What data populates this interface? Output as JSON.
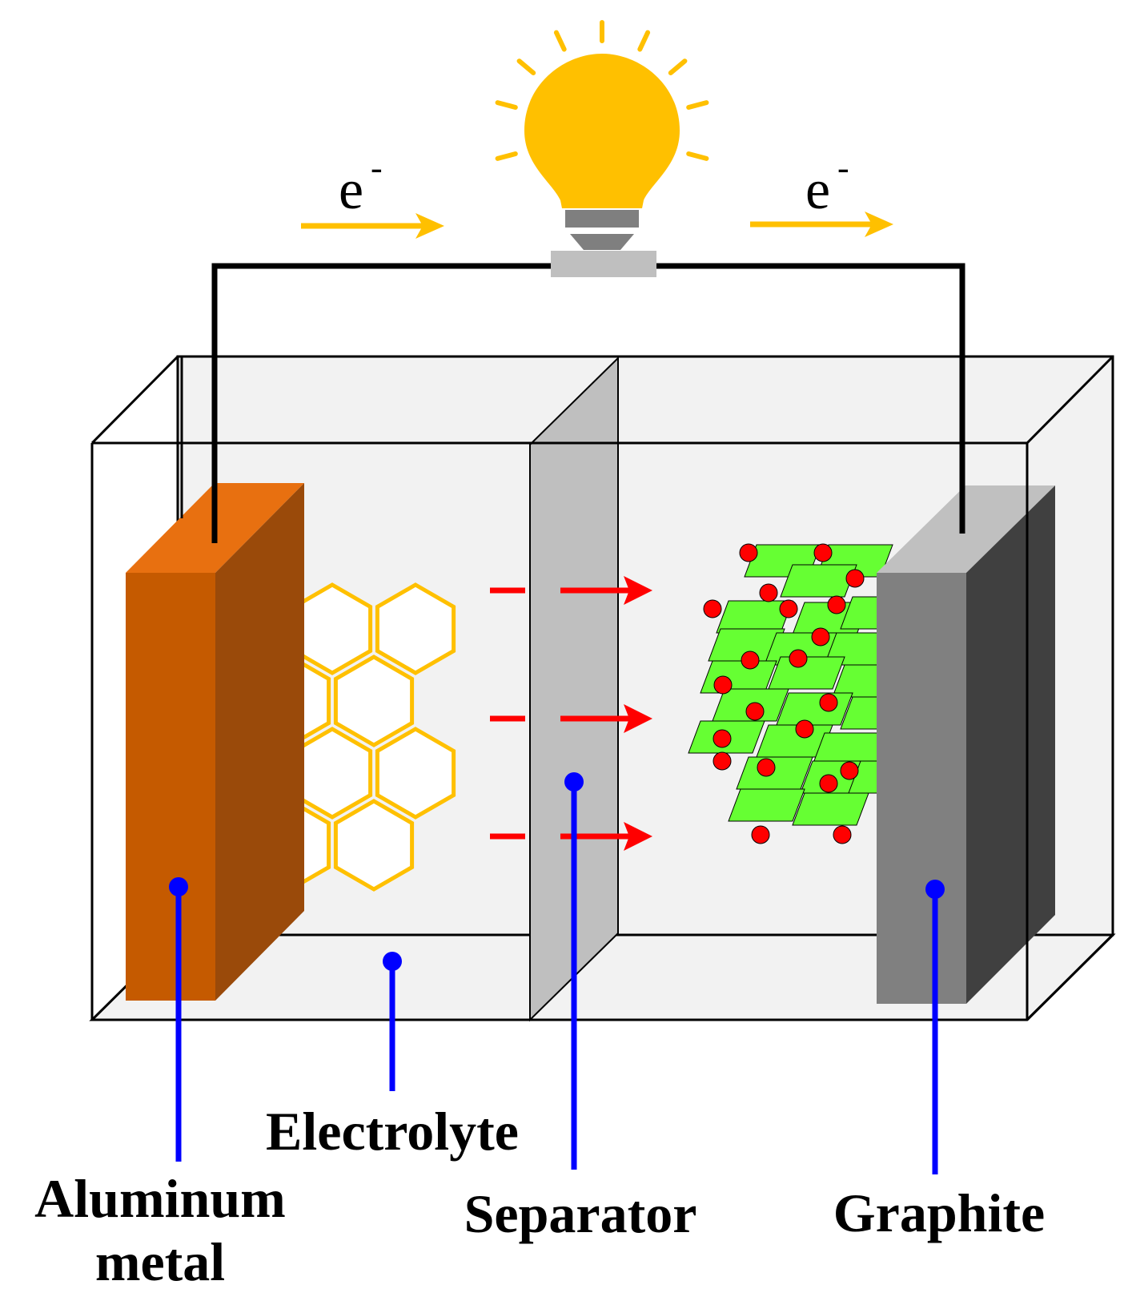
{
  "labels": {
    "anode": [
      "Aluminum",
      "metal"
    ],
    "electrolyte": "Electrolyte",
    "separator": "Separator",
    "cathode": "Graphite"
  },
  "electron_symbol": {
    "base": "e",
    "charge": "-"
  },
  "colors": {
    "anode_front": "#C55A00",
    "anode_side": "#9A4A0A",
    "anode_top": "#E87010",
    "cathode_front": "#808080",
    "cathode_side": "#404040",
    "cathode_top": "#C0C0C0",
    "separator": "#BFBFBF",
    "electrolyte": "#F2F2F2",
    "hexagon_stroke": "#FFC000",
    "graphene_sheet": "#66FF33",
    "ion": "#FF0000",
    "ion_arrow": "#FF0000",
    "electron_arrow": "#FFC000",
    "bulb": "#FFC000",
    "leader_line": "#0000FF",
    "wire": "#000000"
  },
  "icons": [
    "light-bulb-icon"
  ]
}
